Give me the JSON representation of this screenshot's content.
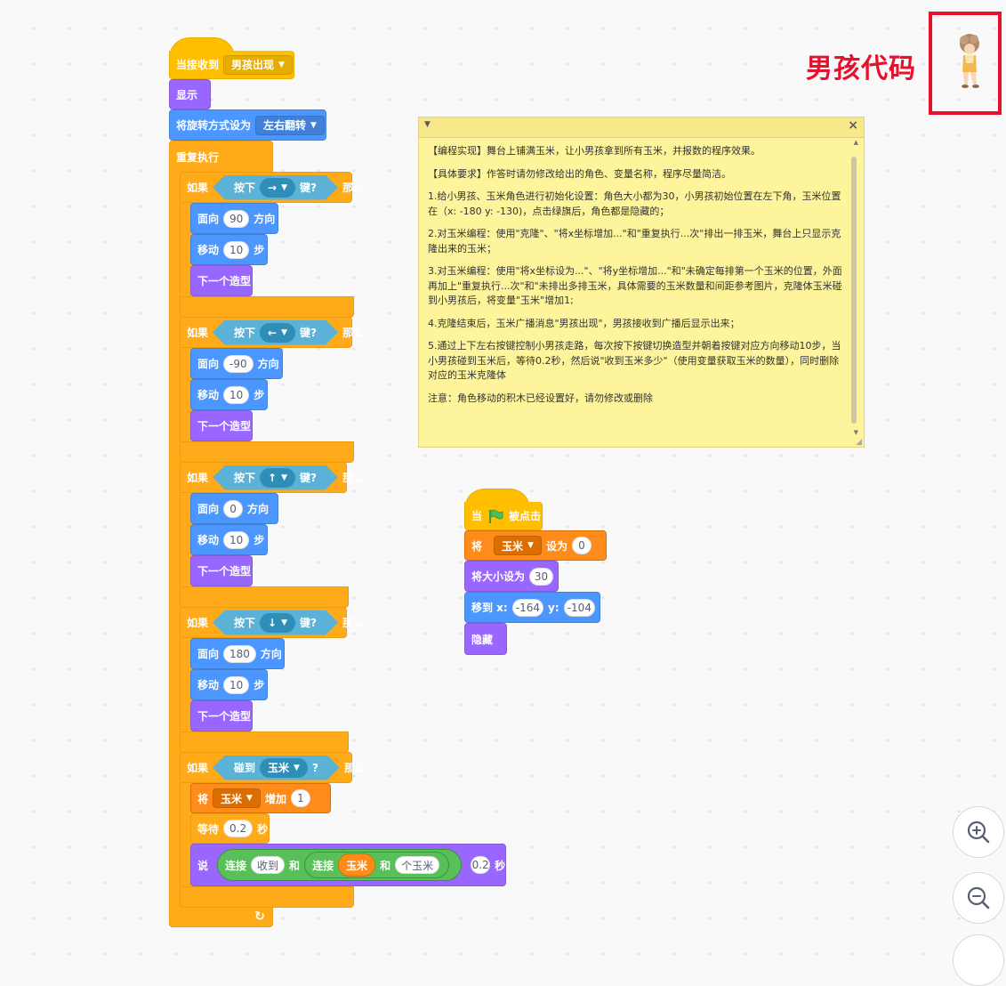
{
  "annotation": {
    "label": "男孩代码",
    "color": "#e8112d"
  },
  "comment": {
    "paragraphs": [
      "【编程实现】舞台上铺满玉米，让小男孩拿到所有玉米，并报数的程序效果。",
      "【具体要求】作答时请勿修改给出的角色、变量名称，程序尽量简洁。",
      "1.给小男孩、玉米角色进行初始化设置：角色大小都为30，小男孩初始位置在左下角，玉米位置在（x: -180 y: -130)，点击绿旗后，角色都是隐藏的；",
      "2.对玉米编程：使用\"克隆\"、\"将x坐标增加...\"和\"重复执行...次\"排出一排玉米，舞台上只显示克隆出来的玉米；",
      "3.对玉米编程：使用\"将x坐标设为...\"、\"将y坐标增加...\"和\"未确定每排第一个玉米的位置，外面再加上\"重复执行...次\"和\"未排出多排玉米，具体需要的玉米数量和间距参考图片，克隆体玉米碰到小男孩后，将变量\"玉米\"增加1;",
      "4.克隆结束后，玉米广播消息\"男孩出现\"，男孩接收到广播后显示出来；",
      "5.通过上下左右按键控制小男孩走路，每次按下按键切换造型并朝着按键对应方向移动10步，当小男孩碰到玉米后，等待0.2秒，然后说\"收到玉米多少\"（使用变量获取玉米的数量），同时删除对应的玉米克隆体",
      "注意：角色移动的积木已经设置好，请勿修改或删除"
    ]
  },
  "script1": {
    "hat_label": "当接收到",
    "hat_message": "男孩出现",
    "show": "显示",
    "rotation_label": "将旋转方式设为",
    "rotation_value": "左右翻转",
    "forever": "重复执行",
    "if_label": "如果",
    "then_label": "那么",
    "key_pressed": "按下",
    "key_suffix": "键?",
    "point_label": "面向",
    "direction_label": "方向",
    "move_label": "移动",
    "steps_label": "步",
    "next_costume": "下一个造型",
    "branches": [
      {
        "key": "→",
        "direction": "90",
        "steps": "10"
      },
      {
        "key": "←",
        "direction": "-90",
        "steps": "10"
      },
      {
        "key": "↑",
        "direction": "0",
        "steps": "10"
      },
      {
        "key": "↓",
        "direction": "180",
        "steps": "10"
      }
    ],
    "touching_label": "碰到",
    "touching_target": "玉米",
    "touching_suffix": "?",
    "change_label": "将",
    "change_var": "玉米",
    "change_by": "增加",
    "change_amount": "1",
    "wait_label": "等待",
    "wait_value": "0.2",
    "seconds_label": "秒",
    "say_label": "说",
    "join_label": "连接",
    "and_label": "和",
    "say_text1": "收到",
    "say_var": "玉米",
    "say_text2": "个玉米",
    "say_secs": "0.2",
    "loop_arrow": "↻"
  },
  "script2": {
    "hat_when": "当",
    "hat_clicked": "被点击",
    "set_label": "将",
    "set_var": "玉米",
    "set_to": "设为",
    "set_value": "0",
    "size_label": "将大小设为",
    "size_value": "30",
    "goto_label": "移到 x:",
    "goto_x": "-164",
    "goto_y_label": "y:",
    "goto_y": "-104",
    "hide": "隐藏"
  },
  "zoom": {
    "in_icon": "zoom-in-icon",
    "out_icon": "zoom-out-icon"
  },
  "colors": {
    "events": "#ffbf00",
    "control": "#ffab19",
    "looks": "#9966ff",
    "motion": "#4c97ff",
    "sensing": "#5cb1d6",
    "variables": "#ff8c1a",
    "operators": "#59c059",
    "comment": "#fef49c"
  }
}
